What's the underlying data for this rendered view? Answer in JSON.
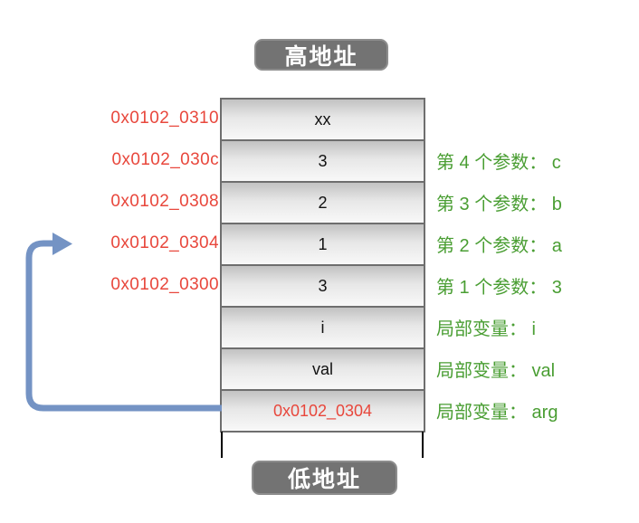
{
  "diagram": {
    "top_label": "高地址",
    "bottom_label": "低地址",
    "colors": {
      "address_red": "#e8473c",
      "annotation_green": "#4a9e33",
      "arrow_blue": "#7493c4",
      "badge_gray": "#737373"
    },
    "rows": [
      {
        "value": "xx",
        "address": "0x0102_0310",
        "label": ""
      },
      {
        "value": "3",
        "address": "0x0102_030c",
        "label": "第 4 个参数： c"
      },
      {
        "value": "2",
        "address": "0x0102_0308",
        "label": "第 3 个参数： b"
      },
      {
        "value": "1",
        "address": "0x0102_0304",
        "label": "第 2 个参数： a"
      },
      {
        "value": "3",
        "address": "0x0102_0300",
        "label": "第 1 个参数： 3"
      },
      {
        "value": "i",
        "address": "",
        "label": "局部变量： i"
      },
      {
        "value": "val",
        "address": "",
        "label": "局部变量： val"
      },
      {
        "value": "0x0102_0304",
        "address": "",
        "label": "局部变量： arg"
      }
    ]
  }
}
